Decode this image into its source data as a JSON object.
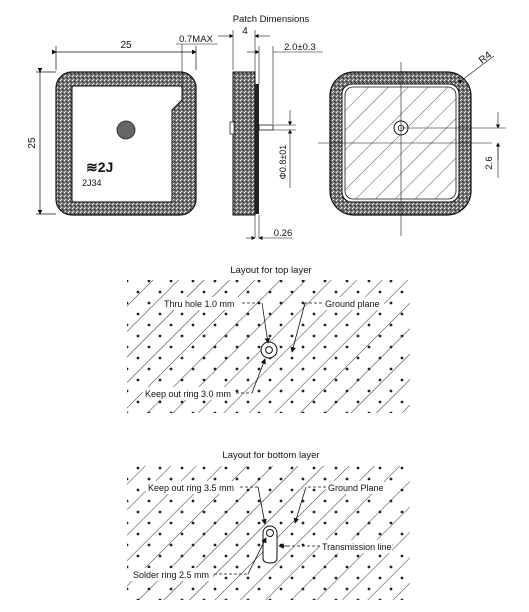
{
  "titles": {
    "patch": "Patch Dimensions",
    "top_layout": "Layout for top layer",
    "bottom_layout": "Layout for bottom layer"
  },
  "patch_dims": {
    "width": "25",
    "height": "25",
    "max_protrusion": "0.7MAX",
    "thickness": "4",
    "pin_length": "2.0±0.3",
    "pin_diameter": "Φ0.8±01",
    "pin_offset": "2.6",
    "corner_radius": "R4",
    "substrate": "0.26"
  },
  "marking": {
    "logo": "≋2J",
    "model": "2J34"
  },
  "top_layer": {
    "thru_hole": "Thru hole 1.0 mm",
    "ground_plane": "Ground plane",
    "keep_out": "Keep out ring 3.0 mm"
  },
  "bottom_layer": {
    "keep_out": "Keep out ring 3.5 mm",
    "ground_plane": "Ground Plane",
    "transmission": "Transmission line",
    "solder_ring": "Solder ring 2.5 mm"
  }
}
